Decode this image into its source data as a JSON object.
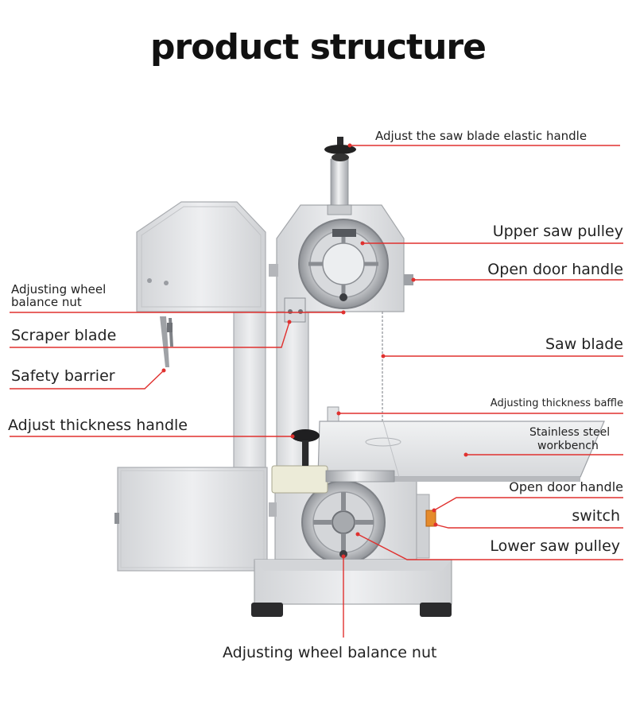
{
  "title": "product structure",
  "labels": {
    "adjust_elastic_handle": "Adjust the saw blade elastic handle",
    "upper_pulley": "Upper saw pulley",
    "open_door_handle_upper": "Open door handle",
    "adjusting_wheel_balance_nut_upper_line1": "Adjusting wheel",
    "adjusting_wheel_balance_nut_upper_line2": "balance nut",
    "scraper_blade": "Scraper blade",
    "saw_blade": "Saw blade",
    "safety_barrier": "Safety barrier",
    "adjusting_thickness_baffle": "Adjusting thickness baffle",
    "adjust_thickness_handle": "Adjust thickness handle",
    "workbench_line1": "Stainless steel",
    "workbench_line2": "workbench",
    "open_door_handle_lower": "Open door handle",
    "switch": "switch",
    "lower_pulley": "Lower saw pulley",
    "adjusting_wheel_balance_nut_bottom": "Adjusting wheel balance nut"
  },
  "colors": {
    "leader_line": "#e0312f",
    "steel_light": "#e4e5e7",
    "steel_mid": "#c8cacd",
    "steel_dark": "#8d9095"
  }
}
